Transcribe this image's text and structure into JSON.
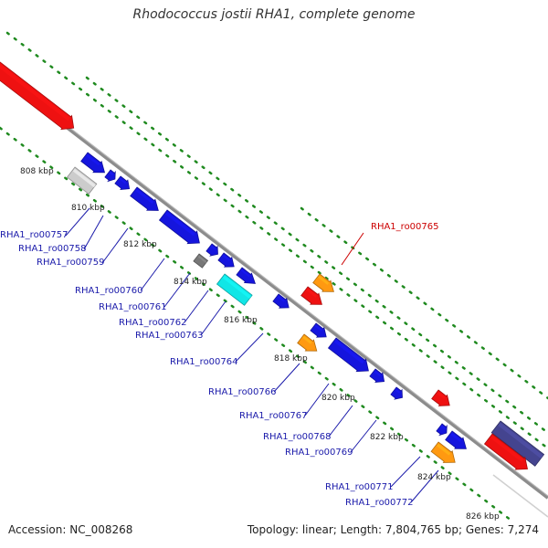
{
  "title": "Rhodococcus jostii RHA1, complete genome",
  "accession_text": "Accession: NC_008268",
  "summary_text": "Topology: linear; Length: 7,804,765 bp; Genes: 7,274",
  "colors": {
    "backbone": "#8c8c8c",
    "grid": "#1f8a1f",
    "gene_forward": "#ee1111",
    "gene_reverse": "#1515dd",
    "gene_orange": "#ff9911",
    "gene_cyan": "#11e6e6",
    "gene_grey": "#777777",
    "gene_lightgrey": "#cccccc",
    "gene_slate": "#44448f",
    "label_blue": "#1a1aaa",
    "label_red": "#cc0000"
  },
  "kbp_ticks": [
    {
      "label": "808 kbp"
    },
    {
      "label": "810 kbp"
    },
    {
      "label": "812 kbp"
    },
    {
      "label": "814 kbp"
    },
    {
      "label": "816 kbp"
    },
    {
      "label": "818 kbp"
    },
    {
      "label": "820 kbp"
    },
    {
      "label": "822 kbp"
    },
    {
      "label": "824 kbp"
    },
    {
      "label": "826 kbp"
    }
  ],
  "gene_labels": [
    {
      "text": "RHA1_ro00757",
      "color": "label_blue"
    },
    {
      "text": "RHA1_ro00758",
      "color": "label_blue"
    },
    {
      "text": "RHA1_ro00759",
      "color": "label_blue"
    },
    {
      "text": "RHA1_ro00760",
      "color": "label_blue"
    },
    {
      "text": "RHA1_ro00761",
      "color": "label_blue"
    },
    {
      "text": "RHA1_ro00762",
      "color": "label_blue"
    },
    {
      "text": "RHA1_ro00763",
      "color": "label_blue"
    },
    {
      "text": "RHA1_ro00764",
      "color": "label_blue"
    },
    {
      "text": "RHA1_ro00765",
      "color": "label_red"
    },
    {
      "text": "RHA1_ro00766",
      "color": "label_blue"
    },
    {
      "text": "RHA1_ro00767",
      "color": "label_blue"
    },
    {
      "text": "RHA1_ro00768",
      "color": "label_blue"
    },
    {
      "text": "RHA1_ro00769",
      "color": "label_blue"
    },
    {
      "text": "RHA1_ro00771",
      "color": "label_blue"
    },
    {
      "text": "RHA1_ro00772",
      "color": "label_blue"
    }
  ],
  "genes": [
    {
      "id": "big-red-top",
      "color": "gene_forward",
      "arrow": true
    },
    {
      "id": "lightgrey-808",
      "color": "gene_lightgrey",
      "arrow": false
    },
    {
      "id": "blue-1",
      "color": "gene_reverse",
      "arrow": true
    },
    {
      "id": "blue-2",
      "color": "gene_reverse",
      "arrow": true
    },
    {
      "id": "blue-3",
      "color": "gene_reverse",
      "arrow": true
    },
    {
      "id": "blue-4",
      "color": "gene_reverse",
      "arrow": true
    },
    {
      "id": "blue-5",
      "color": "gene_reverse",
      "arrow": true
    },
    {
      "id": "blue-6",
      "color": "gene_reverse",
      "arrow": true
    },
    {
      "id": "blue-7",
      "color": "gene_reverse",
      "arrow": true
    },
    {
      "id": "blue-8",
      "color": "gene_reverse",
      "arrow": true
    },
    {
      "id": "grey-814",
      "color": "gene_grey",
      "arrow": false
    },
    {
      "id": "cyan-815",
      "color": "gene_cyan",
      "arrow": false
    },
    {
      "id": "blue-9",
      "color": "gene_reverse",
      "arrow": true
    },
    {
      "id": "orange-765",
      "color": "gene_orange",
      "arrow": true
    },
    {
      "id": "red-765",
      "color": "gene_forward",
      "arrow": true
    },
    {
      "id": "blue-10",
      "color": "gene_reverse",
      "arrow": true
    },
    {
      "id": "orange-766",
      "color": "gene_orange",
      "arrow": true
    },
    {
      "id": "blue-11",
      "color": "gene_reverse",
      "arrow": true
    },
    {
      "id": "blue-12",
      "color": "gene_reverse",
      "arrow": true
    },
    {
      "id": "blue-13",
      "color": "gene_reverse",
      "arrow": true
    },
    {
      "id": "red-770",
      "color": "gene_forward",
      "arrow": true
    },
    {
      "id": "blue-14",
      "color": "gene_reverse",
      "arrow": true
    },
    {
      "id": "blue-15",
      "color": "gene_reverse",
      "arrow": true
    },
    {
      "id": "orange-772",
      "color": "gene_orange",
      "arrow": true
    },
    {
      "id": "slate-right",
      "color": "gene_slate",
      "arrow": false
    },
    {
      "id": "red-right",
      "color": "gene_forward",
      "arrow": true
    }
  ]
}
